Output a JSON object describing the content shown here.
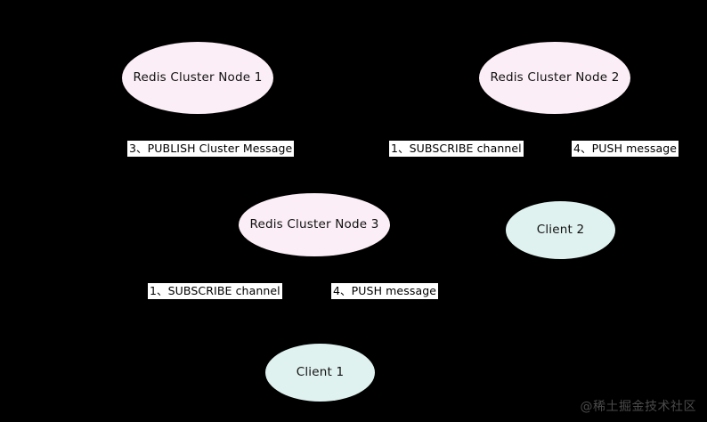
{
  "diagram": {
    "background_color": "#000000",
    "cluster_node_color": "#fbeef6",
    "client_node_color": "#dff2ef",
    "label_background_color": "#ffffff",
    "label_text_color": "#000000",
    "nodes": [
      {
        "id": "redis-1",
        "label": "Redis Cluster Node 1",
        "type": "cluster"
      },
      {
        "id": "redis-2",
        "label": "Redis Cluster Node 2",
        "type": "cluster"
      },
      {
        "id": "redis-3",
        "label": "Redis Cluster Node 3",
        "type": "cluster"
      },
      {
        "id": "client-2",
        "label": "Client 2",
        "type": "client"
      },
      {
        "id": "client-1",
        "label": "Client 1",
        "type": "client"
      }
    ],
    "edge_labels": [
      {
        "id": "publish-cluster",
        "text": "3、PUBLISH Cluster Message"
      },
      {
        "id": "subscribe-top",
        "text": "1、SUBSCRIBE channel"
      },
      {
        "id": "push-top",
        "text": "4、PUSH message"
      },
      {
        "id": "subscribe-bottom",
        "text": "1、SUBSCRIBE channel"
      },
      {
        "id": "push-bottom",
        "text": "4、PUSH message"
      }
    ]
  },
  "watermark": {
    "text": "@稀土掘金技术社区",
    "color": "#4a4a4a"
  }
}
